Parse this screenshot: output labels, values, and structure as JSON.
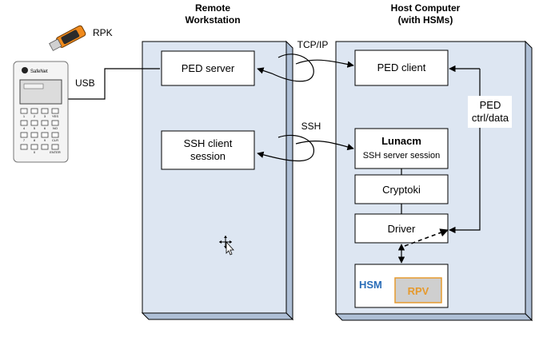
{
  "header": {
    "remote_title_line1": "Remote",
    "remote_title_line2": "Workstation",
    "host_title_line1": "Host Computer",
    "host_title_line2": "(with HSMs)"
  },
  "labels": {
    "rpk": "RPK",
    "usb": "USB",
    "tcpip": "TCP/IP",
    "ssh": "SSH",
    "ped_ctrl_line1": "PED",
    "ped_ctrl_line2": "ctrl/data"
  },
  "remote_boxes": {
    "ped_server": "PED server",
    "ssh_client_line1": "SSH client",
    "ssh_client_line2": "session"
  },
  "host_boxes": {
    "ped_client": "PED client",
    "lunacm": "Lunacm",
    "ssh_server_session": "SSH server session",
    "cryptoki": "Cryptoki",
    "driver": "Driver",
    "hsm": "HSM",
    "rpv": "RPV"
  },
  "ped_device": {
    "brand": "SafeNet",
    "keys": [
      "1",
      "2",
      "3",
      "YES",
      "4",
      "5",
      "6",
      "NO",
      "7",
      "8",
      "9",
      "CLR",
      "",
      "0",
      "",
      "ENTER"
    ]
  },
  "colors": {
    "panel_face": "#dde6f2",
    "panel_depth": "#aebfd6",
    "hsm_text": "#2a6db8",
    "rpv_fill": "#cfcfcf",
    "rpv_border": "#e69a2e",
    "rpv_text": "#e69a2e",
    "usb_key_orange": "#f08a1c"
  },
  "icons": {
    "cursor": "move-cursor-icon"
  }
}
